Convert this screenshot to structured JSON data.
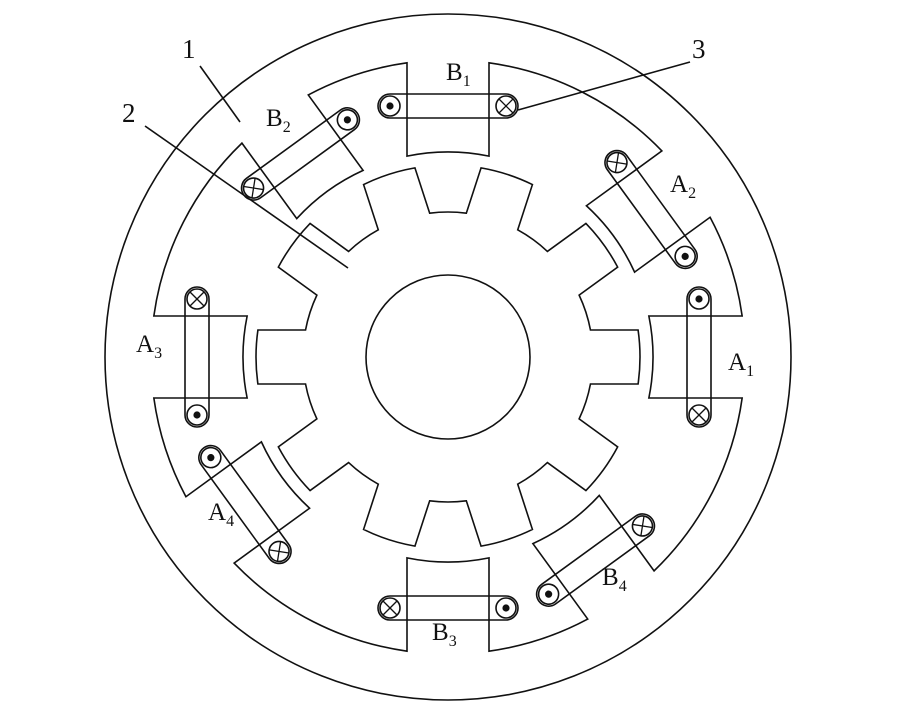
{
  "diagram": {
    "callouts": [
      "1",
      "2",
      "3"
    ],
    "poles": [
      {
        "letter": "A",
        "sub": "1",
        "coil_plus_side": "dot"
      },
      {
        "letter": "A",
        "sub": "2",
        "coil_plus_side": "cross"
      },
      {
        "letter": "B",
        "sub": "1",
        "coil_plus_side": "dot"
      },
      {
        "letter": "B",
        "sub": "2",
        "coil_plus_side": "cross"
      },
      {
        "letter": "A",
        "sub": "3",
        "coil_plus_side": "dot"
      },
      {
        "letter": "A",
        "sub": "4",
        "coil_plus_side": "cross"
      },
      {
        "letter": "B",
        "sub": "3",
        "coil_plus_side": "dot"
      },
      {
        "letter": "B",
        "sub": "4",
        "coil_plus_side": "cross"
      }
    ],
    "rotor_teeth": 10
  }
}
